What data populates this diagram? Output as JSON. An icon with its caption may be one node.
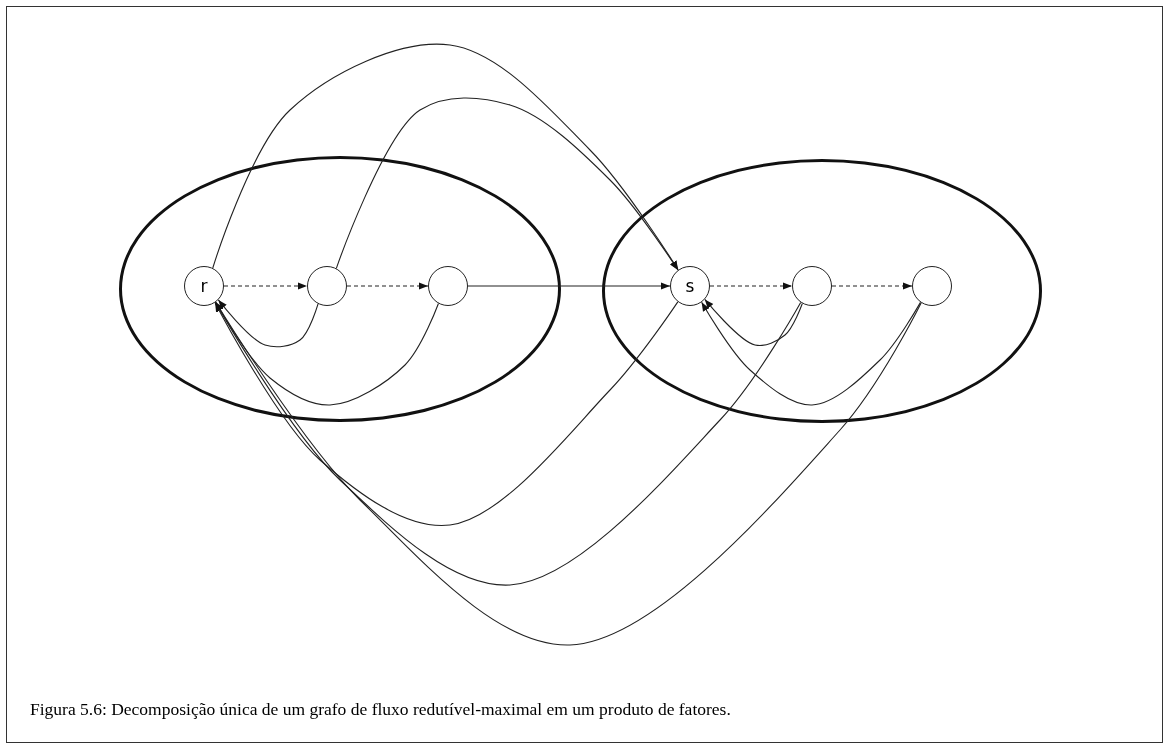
{
  "diagram": {
    "caption": "Figura 5.6: Decomposição única de um grafo de fluxo redutível-maximal em um produto de fatores.",
    "nodes": [
      {
        "text": [],
        "shape": "ellipse"
      },
      {
        "text": [],
        "shape": "ellipse"
      },
      {
        "text": [
          "r"
        ],
        "in": 0
      },
      {
        "text": [],
        "shape": "circle",
        "in": 0
      },
      {
        "text": [],
        "shape": "circle",
        "in": 0
      },
      {
        "text": [
          "s"
        ],
        "in": 1
      },
      {
        "text": [],
        "shape": "circle",
        "in": 1
      },
      {
        "text": [],
        "shape": "circle",
        "in": 1
      }
    ],
    "edges": [
      {
        "from": 2,
        "to": 3,
        "arrow": "to",
        "style": "dashed"
      },
      {
        "from": 3,
        "to": 4,
        "arrow": "to",
        "style": "dashed"
      },
      {
        "from": 4,
        "to": 5,
        "arrow": "to"
      },
      {
        "from": 5,
        "to": 6,
        "arrow": "to",
        "style": "dashed"
      },
      {
        "from": 6,
        "to": 7,
        "arrow": "to",
        "style": "dashed"
      },
      {
        "from": 2,
        "to": 5,
        "arrow": "to"
      },
      {
        "from": 3,
        "to": 5,
        "arrow": "to"
      },
      {
        "from": 3,
        "to": 2,
        "arrow": "to"
      },
      {
        "from": 4,
        "to": 2,
        "arrow": "to"
      },
      {
        "from": 5,
        "to": 2,
        "arrow": "to"
      },
      {
        "from": 6,
        "to": 2,
        "arrow": "to"
      },
      {
        "from": 7,
        "to": 2,
        "arrow": "to"
      },
      {
        "from": 6,
        "to": 5,
        "arrow": "to"
      },
      {
        "from": 7,
        "to": 5,
        "arrow": "to"
      }
    ]
  }
}
